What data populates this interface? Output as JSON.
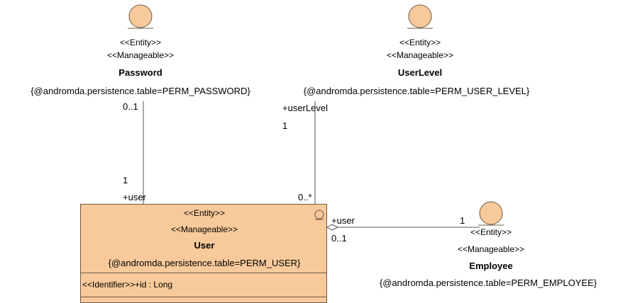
{
  "entities": {
    "password": {
      "stereotypes": [
        "<<Entity>>",
        "<<Manageable>>"
      ],
      "name": "Password",
      "tagged_value": "{@andromda.persistence.table=PERM_PASSWORD}"
    },
    "user_level": {
      "stereotypes": [
        "<<Entity>>",
        "<<Manageable>>"
      ],
      "name": "UserLevel",
      "tagged_value": "{@andromda.persistence.table=PERM_USER_LEVEL}"
    },
    "user": {
      "stereotypes": [
        "<<Entity>>",
        "<<Manageable>>"
      ],
      "name": "User",
      "tagged_value": "{@andromda.persistence.table=PERM_USER}",
      "attributes": [
        "<<Identifier>>+id : Long"
      ]
    },
    "employee": {
      "stereotypes": [
        "<<Entity>>",
        "<<Manageable>>"
      ],
      "name": "Employee",
      "tagged_value": "{@andromda.persistence.table=PERM_EMPLOYEE}"
    }
  },
  "associations": {
    "password_user": {
      "password_mult": "0..1",
      "user_mult": "1",
      "user_role": "+user"
    },
    "userlevel_user": {
      "userlevel_role": "+userLevel",
      "userlevel_mult": "1",
      "user_mult": "0..*"
    },
    "user_employee": {
      "user_role": "+user",
      "user_mult": "0..1",
      "employee_mult": "1"
    }
  },
  "colors": {
    "entity_fill": "#f8c99a",
    "entity_stroke": "#6b5a45",
    "line": "#555555"
  }
}
